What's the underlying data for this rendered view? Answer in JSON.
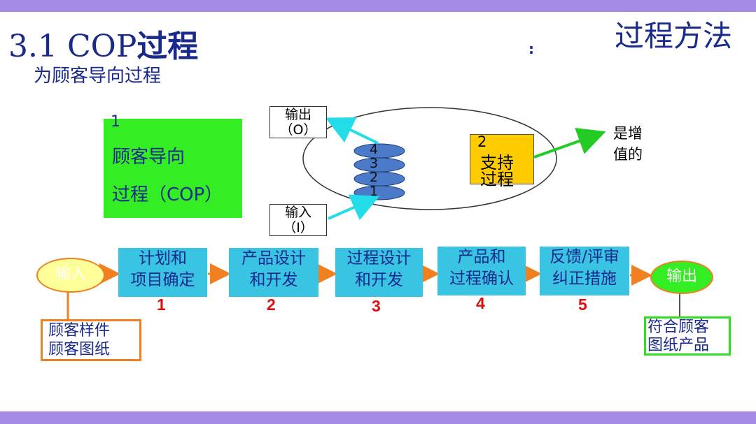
{
  "header": {
    "title_prefix": "3.1 COP",
    "title_bold": "过程",
    "corner_title": "过程方法",
    "colon": ":",
    "subtitle": "为顾客导向过程"
  },
  "cop_box": {
    "number": "1",
    "line1": "顾客导向",
    "line2": "过程（COP）"
  },
  "io_boxes": {
    "output_label": "输出",
    "output_code": "（O）",
    "input_label": "输入",
    "input_code": "（I）"
  },
  "stack_numbers": [
    "4",
    "3",
    "2",
    "1"
  ],
  "support": {
    "number": "2",
    "line1": "支持",
    "line2": "过程"
  },
  "value_added": {
    "line1": "是增",
    "line2": "值的"
  },
  "flow": {
    "input": "输入",
    "output": "输出",
    "steps": [
      {
        "line1": "计划和",
        "line2": "项目确定",
        "num": "1"
      },
      {
        "line1": "产品设计",
        "line2": "和开发",
        "num": "2"
      },
      {
        "line1": "过程设计",
        "line2": "和开发",
        "num": "3"
      },
      {
        "line1": "产品和",
        "line2": "过程确认",
        "num": "4"
      },
      {
        "line1": "反馈/评审",
        "line2": "纠正措施",
        "num": "5"
      }
    ],
    "input_note": [
      "顾客样件",
      "顾客图纸"
    ],
    "output_note": [
      "符合顾客",
      "图纸产品"
    ]
  },
  "colors": {
    "accent_bar": "#a58be6",
    "text_blue": "#1a2a8c",
    "step_fill": "#39c4e4",
    "arrow_orange": "#f08020",
    "green": "#33ee22",
    "support_yellow": "#ffcc00",
    "stack_blue": "#4a7ac8"
  }
}
